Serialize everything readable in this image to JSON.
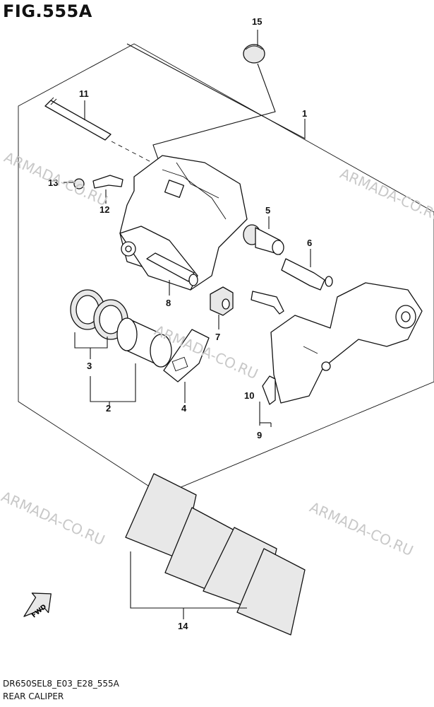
{
  "figure": {
    "title": "FIG.555A",
    "code": "DR650SEL8_E03_E28_555A",
    "name": "REAR CALIPER"
  },
  "watermarks": [
    "ARMADA-CO.RU",
    "ARMADA-CO.RU",
    "ARMADA-CO.RU",
    "ARMADA-CO.RU",
    "ARMADA-CO.RU"
  ],
  "callouts": [
    "15",
    "11",
    "1",
    "13",
    "12",
    "5",
    "6",
    "8",
    "7",
    "3",
    "10",
    "2",
    "4",
    "9",
    "14"
  ],
  "fwd_label": "FWD"
}
